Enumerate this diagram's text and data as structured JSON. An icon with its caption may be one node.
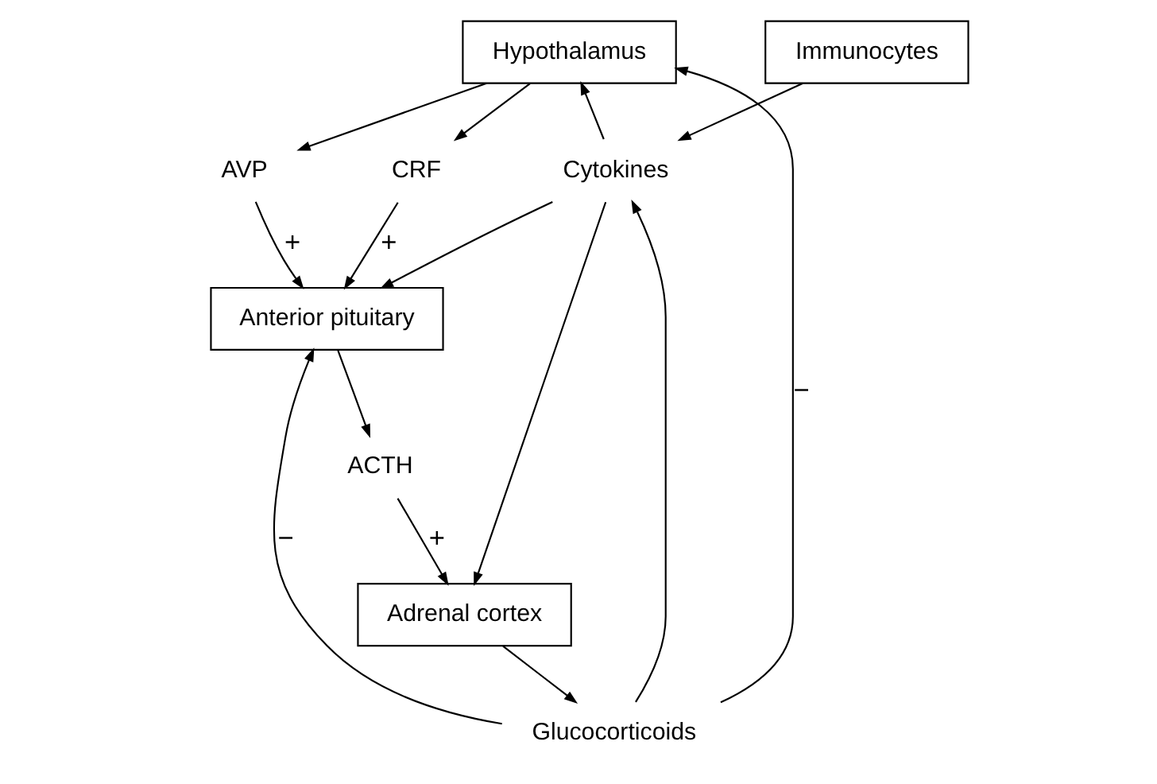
{
  "diagram": {
    "nodes": [
      {
        "text": [
          "Hypothalamus"
        ]
      },
      {
        "text": [
          "Immunocytes"
        ]
      },
      {
        "text": [
          "CRF"
        ]
      },
      {
        "text": [
          "AVP"
        ]
      },
      {
        "text": [
          "Cytokines"
        ]
      },
      {
        "text": [
          "Anterior pituitary"
        ]
      },
      {
        "text": [
          "ACTH"
        ]
      },
      {
        "text": [
          "Adrenal cortex"
        ]
      },
      {
        "text": [
          "Glucocorticoids"
        ]
      }
    ],
    "edges": [
      {
        "from": 0,
        "to": 2,
        "arrow": "to"
      },
      {
        "from": 0,
        "to": 3,
        "arrow": "to"
      },
      {
        "from": 2,
        "to": 5,
        "arrow": "to",
        "label": "+"
      },
      {
        "from": 3,
        "to": 5,
        "arrow": "to",
        "label": "+"
      },
      {
        "from": 1,
        "to": 4,
        "arrow": "to"
      },
      {
        "from": 4,
        "to": 0,
        "arrow": "to"
      },
      {
        "from": 4,
        "to": 5,
        "arrow": "to"
      },
      {
        "from": 5,
        "to": 6,
        "arrow": "to"
      },
      {
        "from": 6,
        "to": 7,
        "arrow": "to",
        "label": "+"
      },
      {
        "from": 4,
        "to": 7,
        "arrow": "to"
      },
      {
        "from": 7,
        "to": 8,
        "arrow": "to"
      },
      {
        "from": 8,
        "to": 0,
        "arrow": "to",
        "label": "−"
      },
      {
        "from": 8,
        "to": 5,
        "arrow": "to",
        "label": "−"
      },
      {
        "from": 8,
        "to": 4,
        "arrow": "to"
      }
    ]
  }
}
